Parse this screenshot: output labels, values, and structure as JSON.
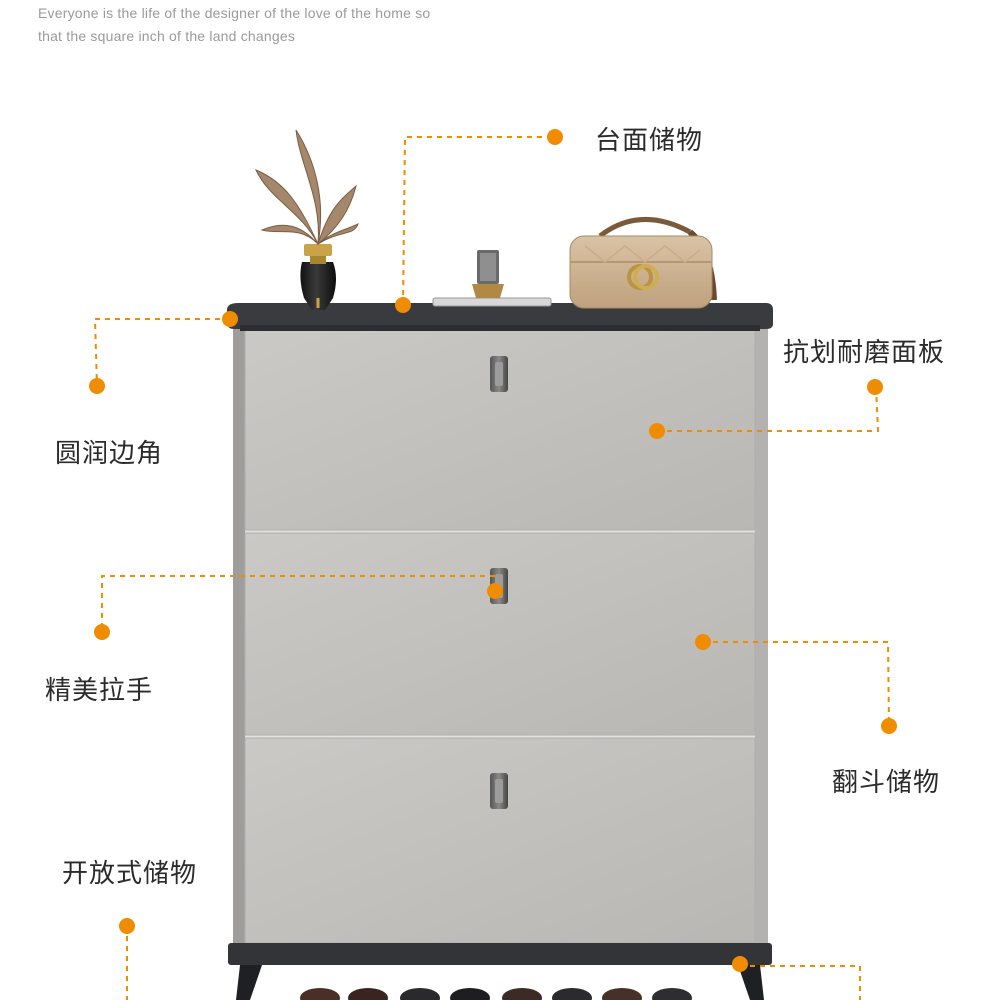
{
  "tagline": {
    "line1": "Everyone is the life of the designer of the love of the home so",
    "line2": "that the square inch of the land changes"
  },
  "callouts": {
    "countertop_storage": "台面储物",
    "scratch_resistant_panel": "抗划耐磨面板",
    "rounded_corners": "圆润边角",
    "exquisite_handle": "精美拉手",
    "flip_storage": "翻斗储物",
    "open_storage": "开放式储物"
  },
  "colors": {
    "accent": "#f08c00",
    "cabinet_panel": "#c3c1be",
    "cabinet_frame": "#a7a6a4",
    "countertop": "#3a3b3e",
    "text": "#2b2b2b",
    "tagline": "#9a9a9a"
  },
  "icons": {
    "handle": "drawer-handle-icon",
    "callout_dot": "dot-marker-icon"
  }
}
